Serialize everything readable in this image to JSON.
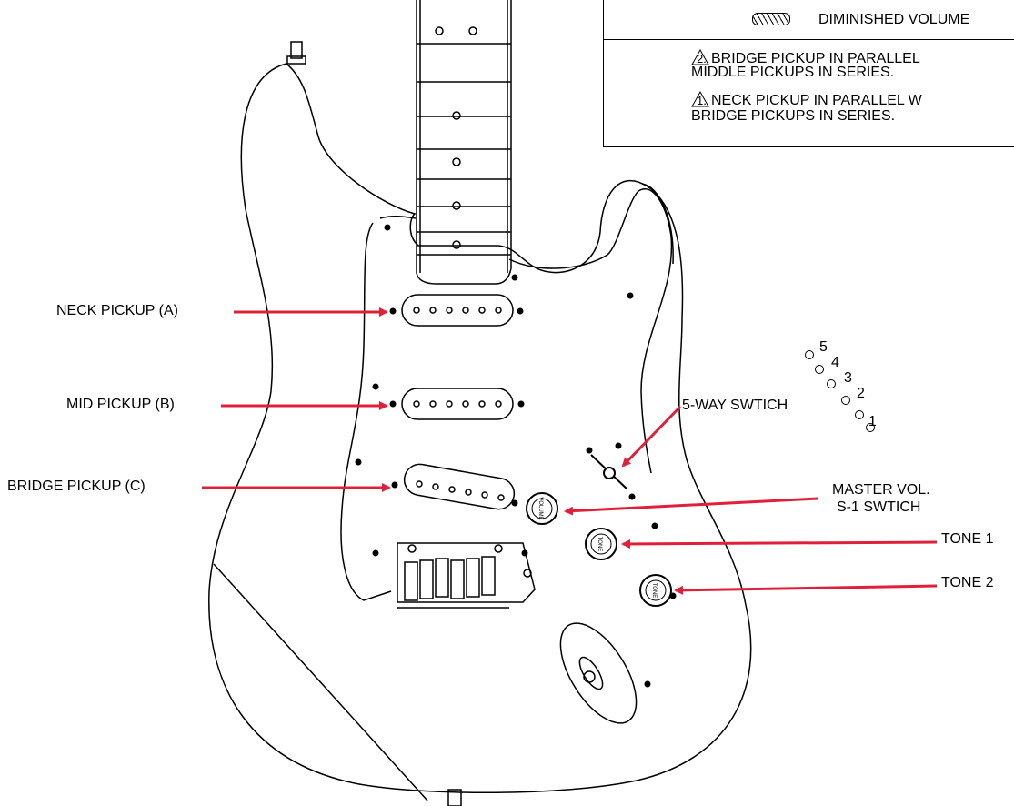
{
  "legend": {
    "diminished_volume": "DIMINISHED VOLUME",
    "note2_line1": "BRIDGE PICKUP IN PARALLEL",
    "note2_line2": "MIDDLE PICKUPS IN SERIES.",
    "note1_line1": "NECK PICKUP IN PARALLEL W",
    "note1_line2": "BRIDGE PICKUPS IN SERIES.",
    "note2_marker": "2.",
    "note1_marker": "1."
  },
  "labels": {
    "neck_pickup": "NECK PICKUP (A)",
    "mid_pickup": "MID PICKUP (B)",
    "bridge_pickup": "BRIDGE PICKUP (C)",
    "five_way_switch": "5-WAY SWTICH",
    "master_vol_line1": "MASTER VOL.",
    "master_vol_line2": "S-1 SWTICH",
    "tone1": "TONE 1",
    "tone2": "TONE 2"
  },
  "knob_text": {
    "volume": "VOLUME",
    "tone": "TONE"
  },
  "switch_positions": [
    "1",
    "2",
    "3",
    "4",
    "5"
  ],
  "colors": {
    "arrow": "#e0203a",
    "line": "#000000"
  }
}
